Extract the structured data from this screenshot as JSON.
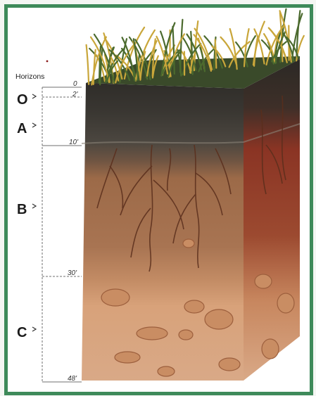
{
  "diagram": {
    "header": "Horizons",
    "horizons": [
      {
        "letter": "O"
      },
      {
        "letter": "A"
      },
      {
        "letter": "B"
      },
      {
        "letter": "C"
      }
    ],
    "depths": [
      "0",
      "2'",
      "10'",
      "30'",
      "48'"
    ],
    "colors": {
      "frame": "#3e8a5a",
      "grass_dark": "#4b6a2e",
      "grass_gold": "#c9a63a",
      "o_horizon": "#2f2d29",
      "a_horizon": "#4c4740",
      "b_horizon": "#a06a45",
      "c_horizon": "#d4a27a",
      "side_face": "#9a3a28",
      "roots": "#5a2e1c",
      "rocks": "#c98d63"
    }
  }
}
